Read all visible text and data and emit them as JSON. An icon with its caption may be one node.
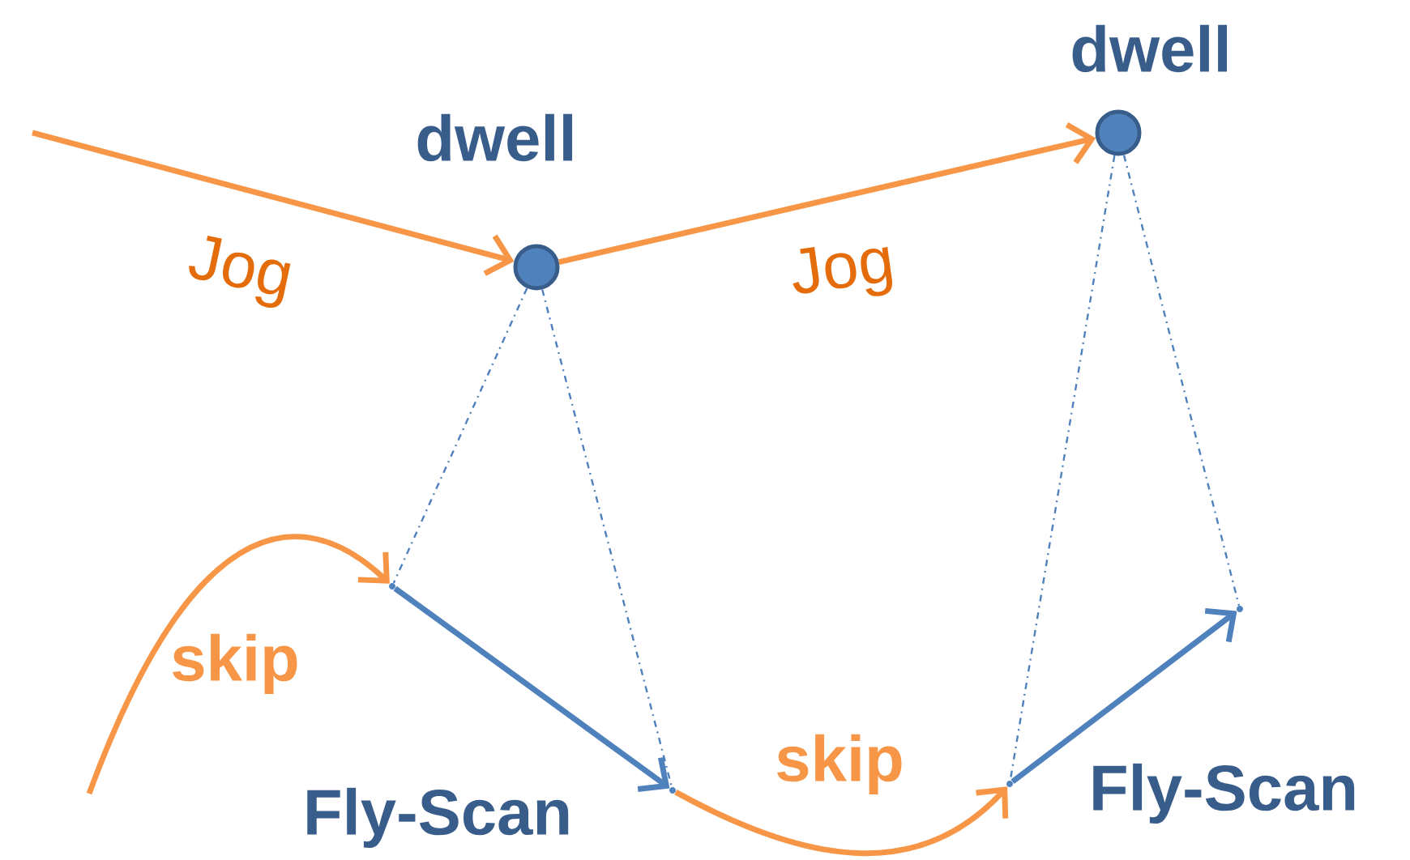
{
  "diagram": {
    "nodes": [
      {
        "text": [
          "dwell"
        ]
      },
      {
        "text": [
          "dwell"
        ]
      },
      {
        "text": [],
        "shape": "point"
      },
      {
        "text": [],
        "shape": "point"
      },
      {
        "text": [],
        "shape": "point"
      },
      {
        "text": [],
        "shape": "point"
      }
    ],
    "edges": [
      {
        "from": null,
        "to": 0,
        "arrow": "to",
        "label": "Jog",
        "color": "#f79646"
      },
      {
        "from": 0,
        "to": 1,
        "arrow": "to",
        "label": "Jog",
        "color": "#f79646"
      },
      {
        "from": null,
        "to": 2,
        "arrow": "to",
        "label": "skip",
        "color": "#f79646"
      },
      {
        "from": 2,
        "to": 3,
        "arrow": "to",
        "label": "Fly-Scan",
        "color": "#4f81bd"
      },
      {
        "from": 3,
        "to": 4,
        "arrow": "to",
        "label": "skip",
        "color": "#f79646"
      },
      {
        "from": 4,
        "to": 5,
        "arrow": "to",
        "label": "Fly-Scan",
        "color": "#4f81bd"
      },
      {
        "from": 0,
        "to": 2,
        "arrow": "none",
        "style": "dashed",
        "color": "#4f81bd"
      },
      {
        "from": 0,
        "to": 3,
        "arrow": "none",
        "style": "dashed",
        "color": "#4f81bd"
      },
      {
        "from": 1,
        "to": 4,
        "arrow": "none",
        "style": "dashed",
        "color": "#4f81bd"
      },
      {
        "from": 1,
        "to": 5,
        "arrow": "none",
        "style": "dashed",
        "color": "#4f81bd"
      }
    ]
  }
}
